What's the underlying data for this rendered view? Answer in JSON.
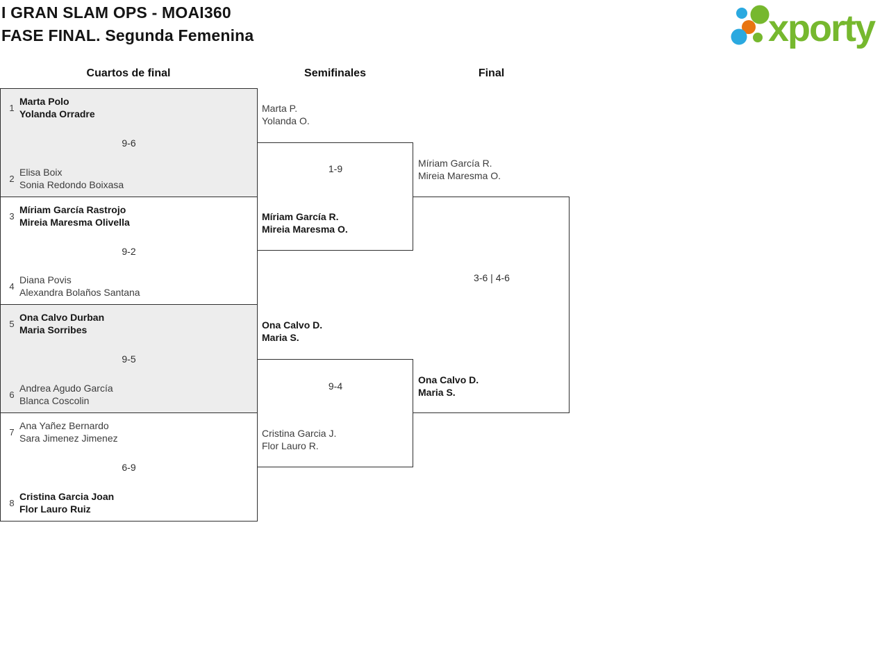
{
  "header": {
    "title_line1": "I GRAN SLAM OPS - MOAI360",
    "title_line2": "FASE FINAL. Segunda Femenina"
  },
  "logo": {
    "text": "xporty",
    "green": "#76b82e",
    "blue": "#2aa9e0",
    "orange": "#e87511"
  },
  "round_headers": [
    "Cuartos de final",
    "Semifinales",
    "Final"
  ],
  "bracket": {
    "quarterfinals": [
      {
        "seed_top": "1",
        "top_team": [
          "Marta Polo",
          "Yolanda Orradre"
        ],
        "top_winner": true,
        "score": "9-6",
        "seed_bottom": "2",
        "bottom_team": [
          "Elisa Boix",
          "Sonia Redondo Boixasa"
        ],
        "bottom_winner": false
      },
      {
        "seed_top": "3",
        "top_team": [
          "Míriam García Rastrojo",
          "Mireia Maresma Olivella"
        ],
        "top_winner": true,
        "score": "9-2",
        "seed_bottom": "4",
        "bottom_team": [
          "Diana Povis",
          "Alexandra Bolaños Santana"
        ],
        "bottom_winner": false
      },
      {
        "seed_top": "5",
        "top_team": [
          "Ona Calvo Durban",
          "Maria Sorribes"
        ],
        "top_winner": true,
        "score": "9-5",
        "seed_bottom": "6",
        "bottom_team": [
          "Andrea Agudo García",
          "Blanca Coscolin"
        ],
        "bottom_winner": false
      },
      {
        "seed_top": "7",
        "top_team": [
          "Ana Yañez Bernardo",
          "Sara Jimenez Jimenez"
        ],
        "top_winner": false,
        "score": "6-9",
        "seed_bottom": "8",
        "bottom_team": [
          "Cristina Garcia Joan",
          "Flor Lauro Ruiz"
        ],
        "bottom_winner": true
      }
    ],
    "semifinals": [
      {
        "top_team": [
          "Marta P.",
          "Yolanda O."
        ],
        "top_winner": false,
        "score": "1-9",
        "bottom_team": [
          "Míriam García R.",
          "Mireia Maresma O."
        ],
        "bottom_winner": true
      },
      {
        "top_team": [
          "Ona Calvo D.",
          "Maria S."
        ],
        "top_winner": true,
        "score": "9-4",
        "bottom_team": [
          "Cristina Garcia J.",
          "Flor Lauro R."
        ],
        "bottom_winner": false
      }
    ],
    "final": {
      "top_team": [
        "Míriam García R.",
        "Mireia Maresma O."
      ],
      "top_winner": false,
      "score": "3-6 | 4-6",
      "bottom_team": [
        "Ona Calvo D.",
        "Maria S."
      ],
      "bottom_winner": true
    }
  },
  "colors": {
    "border": "#2e2e2e",
    "block_alt_bg": "#ededed",
    "text_regular": "#3c3c3c",
    "text_winner": "#161616"
  }
}
